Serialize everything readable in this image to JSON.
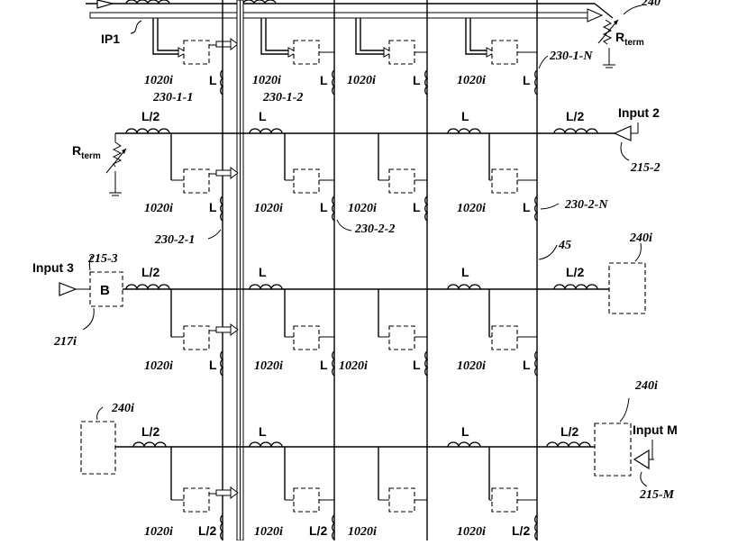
{
  "figure": {
    "labels": {
      "ip1": "IP1",
      "rterm_r": "R",
      "rterm_sub": "term",
      "input2": "Input 2",
      "input3": "Input 3",
      "inputM": "Input M",
      "ref_240_top": "240",
      "ref_215_2": "215-2",
      "ref_215_3": "215-3",
      "ref_217i": "217i",
      "ref_215_M": "215-M",
      "ref_45": "45",
      "ref_240i_a": "240i",
      "ref_240i_b": "240i",
      "ref_240i_c": "240i",
      "ref_230_1_1": "230-1-1",
      "ref_230_1_2": "230-1-2",
      "ref_230_1_N": "230-1-N",
      "ref_230_2_1": "230-2-1",
      "ref_230_2_2": "230-2-2",
      "ref_230_2_N": "230-2-N",
      "buffer_b": "B",
      "l_half": "L/2",
      "l_full": "L",
      "cell": "1020i"
    }
  }
}
